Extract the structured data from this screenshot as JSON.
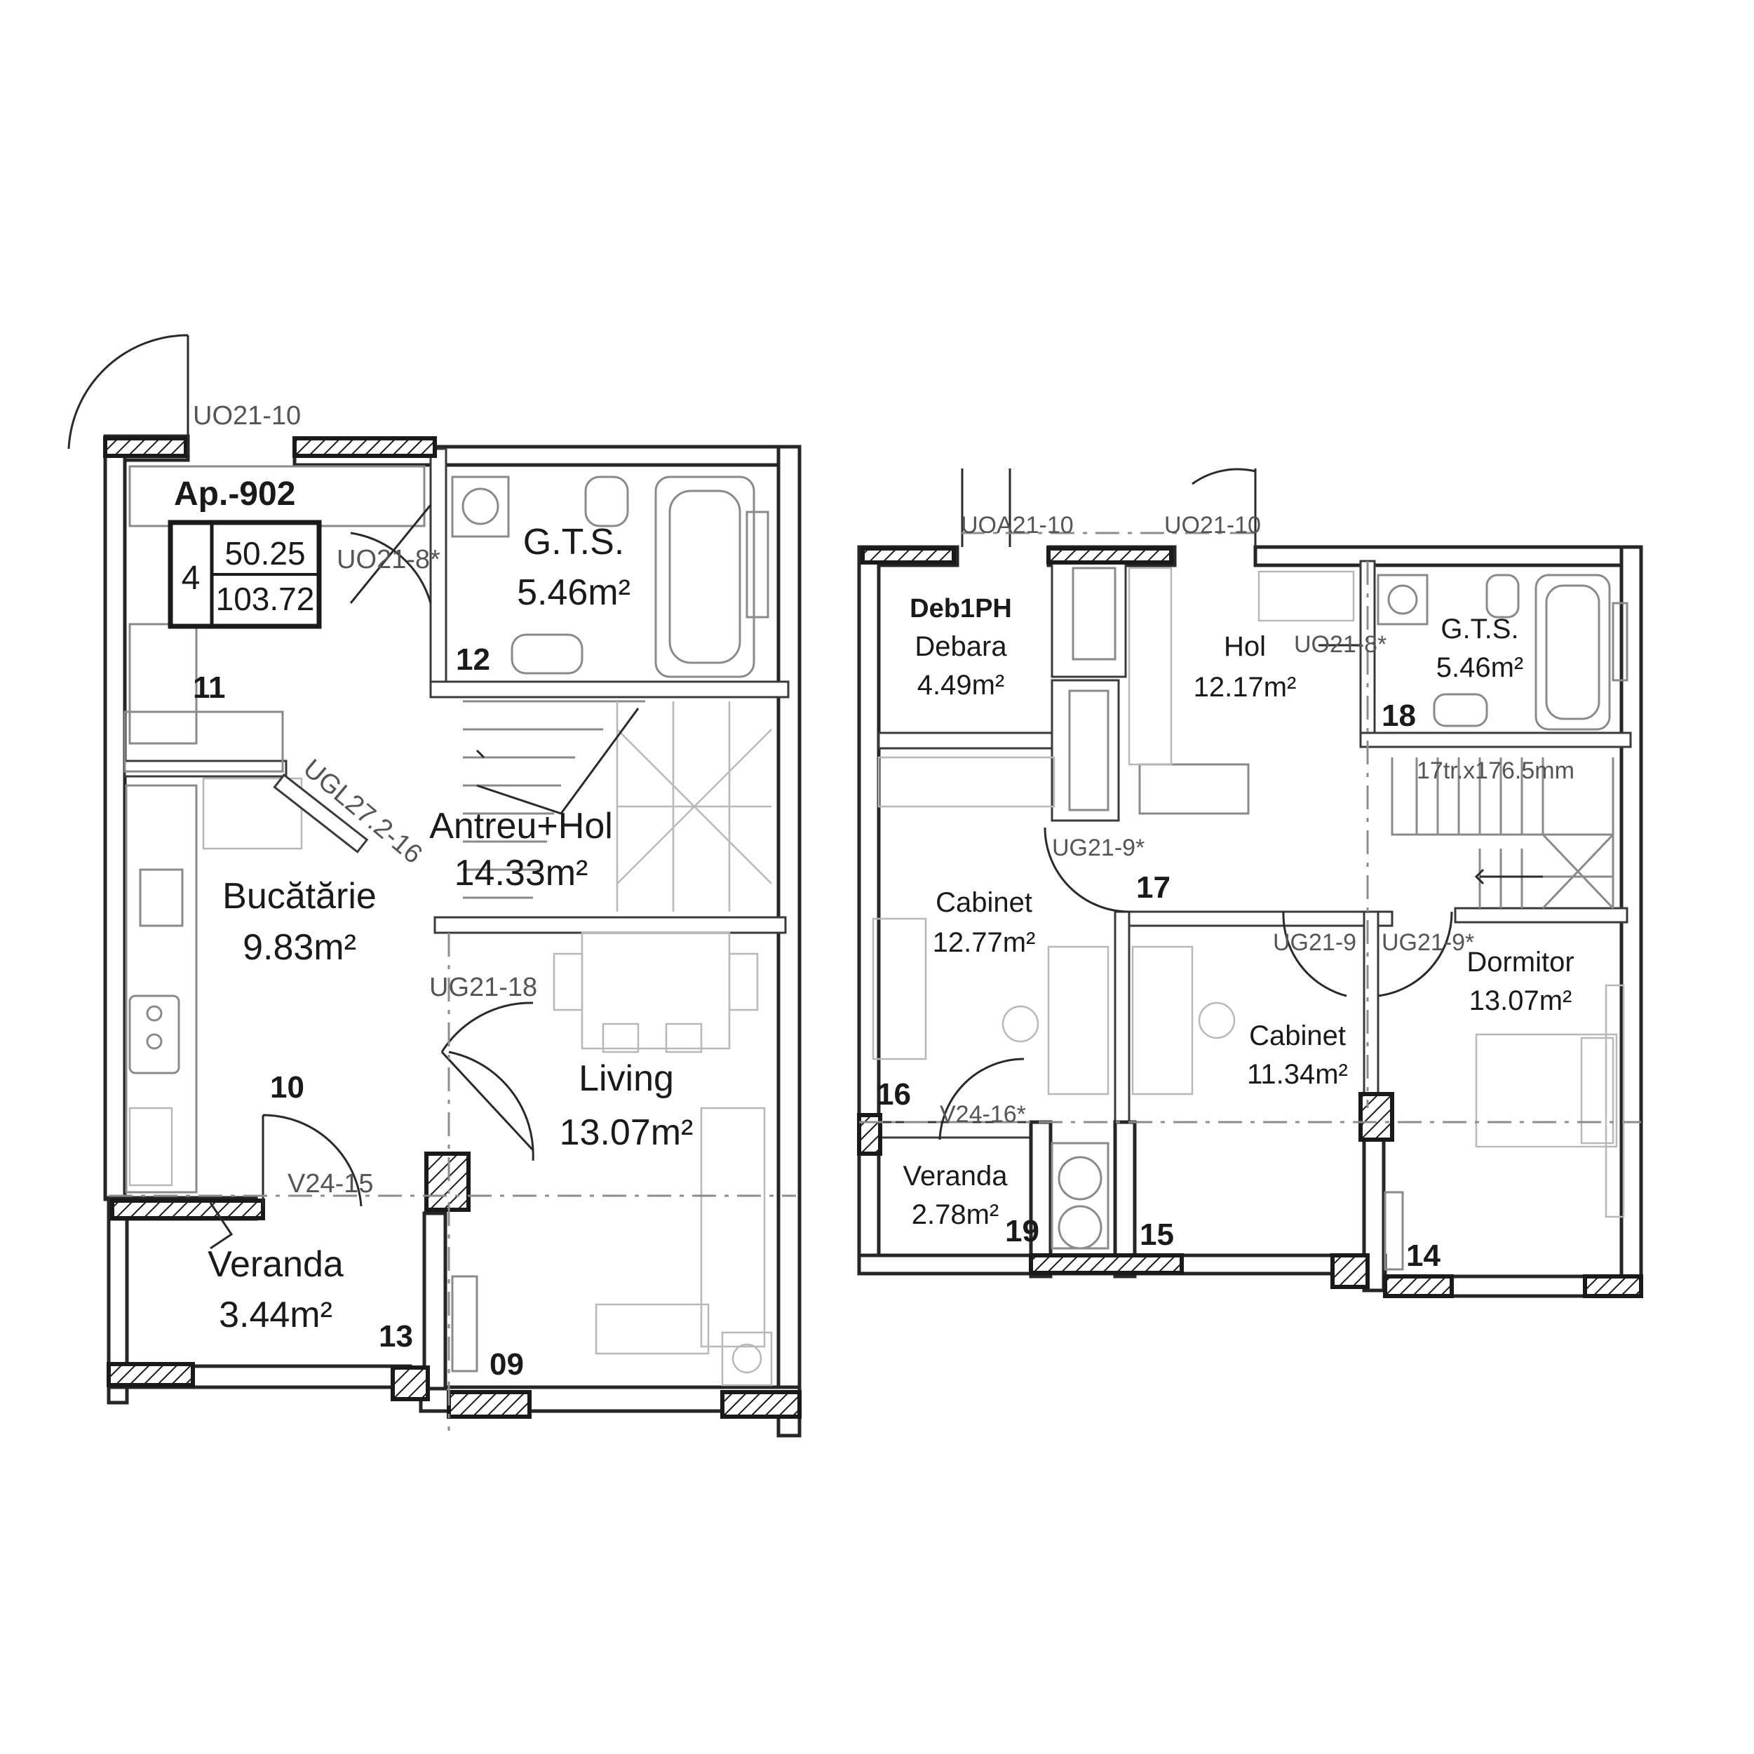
{
  "apartment": {
    "title": "Ap.-902",
    "rooms_count": "4",
    "area_living": "50.25",
    "area_total": "103.72"
  },
  "ground_floor": {
    "rooms": {
      "gts": {
        "name": "G.T.S.",
        "area": "5.46m²"
      },
      "antreu": {
        "name": "Antreu+Hol",
        "area": "14.33m²"
      },
      "bucatarie": {
        "name": "Bucătărie",
        "area": "9.83m²"
      },
      "living": {
        "name": "Living",
        "area": "13.07m²"
      },
      "veranda": {
        "name": "Veranda",
        "area": "3.44m²"
      }
    },
    "numbers": [
      "09",
      "10",
      "11",
      "12",
      "13"
    ],
    "codes": {
      "entry_door": "UO21-10",
      "bath_door": "UO21-8*",
      "window_ugl": "UGL27.2-16",
      "living_door": "UG21-18",
      "veranda_door": "V24-15"
    }
  },
  "upper_floor": {
    "rooms": {
      "debara": {
        "tag": "Deb1PH",
        "name": "Debara",
        "area": "4.49m²"
      },
      "hol": {
        "name": "Hol",
        "area": "12.17m²"
      },
      "gts": {
        "name": "G.T.S.",
        "area": "5.46m²"
      },
      "cabinet1": {
        "name": "Cabinet",
        "area": "12.77m²"
      },
      "cabinet2": {
        "name": "Cabinet",
        "area": "11.34m²"
      },
      "dormitor": {
        "name": "Dormitor",
        "area": "13.07m²"
      },
      "veranda": {
        "name": "Veranda",
        "area": "2.78m²"
      }
    },
    "numbers": [
      "14",
      "15",
      "16",
      "17",
      "18",
      "19"
    ],
    "codes": {
      "debara_door": "UOA21-10",
      "hol_door": "UO21-10",
      "bath_door": "UO21-8*",
      "stairs": "17tr.x176.5mm",
      "cabinet1_door": "UG21-9*",
      "cabinet2_door": "UG21-9",
      "dormitor_door": "UG21-9*",
      "veranda_door": "V24-16*"
    }
  }
}
